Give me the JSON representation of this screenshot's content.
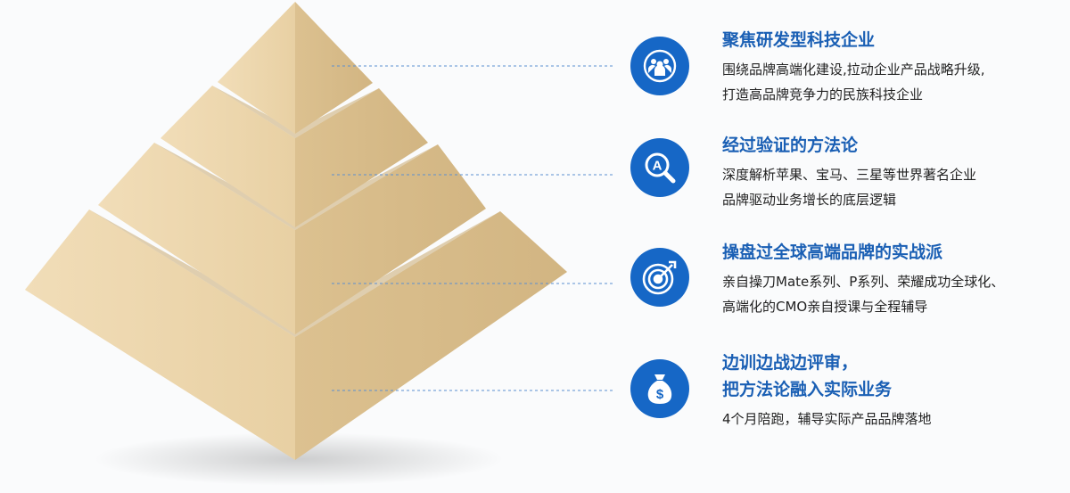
{
  "items": [
    {
      "icon": "team-icon",
      "title": [
        "聚焦研发型科技企业"
      ],
      "desc": [
        "围绕品牌高端化建设,拉动企业产品战略升级,",
        "打造高品牌竞争力的民族科技企业"
      ]
    },
    {
      "icon": "magnifier-a-icon",
      "title": [
        "经过验证的方法论"
      ],
      "desc": [
        "深度解析苹果、宝马、三星等世界著名企业",
        "品牌驱动业务增长的底层逻辑"
      ]
    },
    {
      "icon": "target-icon",
      "title": [
        "操盘过全球高端品牌的实战派"
      ],
      "desc": [
        "亲自操刀Mate系列、P系列、荣耀成功全球化、",
        "高端化的CMO亲自授课与全程辅导"
      ]
    },
    {
      "icon": "money-bag-icon",
      "title": [
        "边训边战边评审，",
        "把方法论融入实际业务"
      ],
      "desc": [
        "4个月陪跑，辅导实际产品品牌落地"
      ]
    }
  ],
  "colors": {
    "accent": "#1667c6",
    "title": "#1a5fb4",
    "pyramid_light": "#ecd6ae",
    "pyramid_dark": "#d6ba89",
    "connector": "#5b8fd0"
  }
}
